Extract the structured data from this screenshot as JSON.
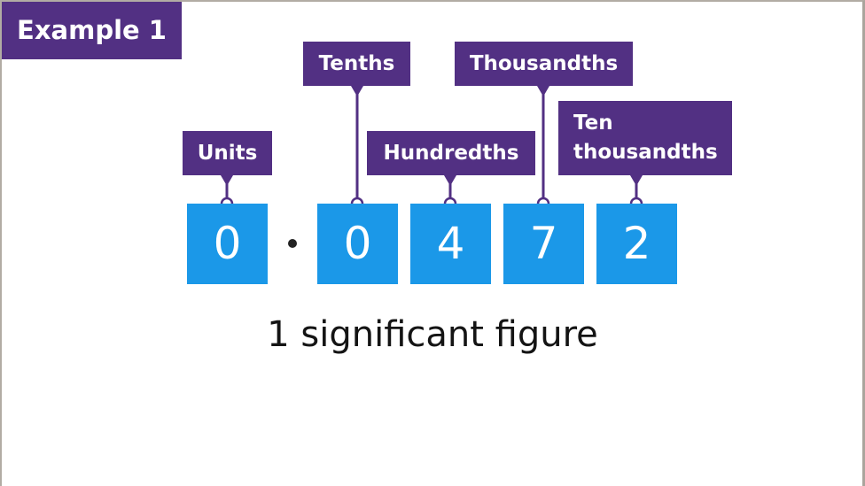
{
  "example": {
    "label": "Example 1"
  },
  "number": {
    "digits": [
      "0",
      "0",
      "4",
      "7",
      "2"
    ],
    "decimal_point": "·",
    "display": "0.0472"
  },
  "place_labels": [
    {
      "label": "Units",
      "digit_index": 0
    },
    {
      "label": "Tenths",
      "digit_index": 1
    },
    {
      "label": "Hundredths",
      "digit_index": 2
    },
    {
      "label": "Thousandths",
      "digit_index": 3
    },
    {
      "label_line1": "Ten",
      "label_line2": "thousandths",
      "digit_index": 4
    }
  ],
  "caption": "1 significant figure",
  "colors": {
    "label_bg": "#523083",
    "digit_bg": "#1b98e8",
    "text_light": "#ffffff",
    "text_dark": "#141414"
  }
}
